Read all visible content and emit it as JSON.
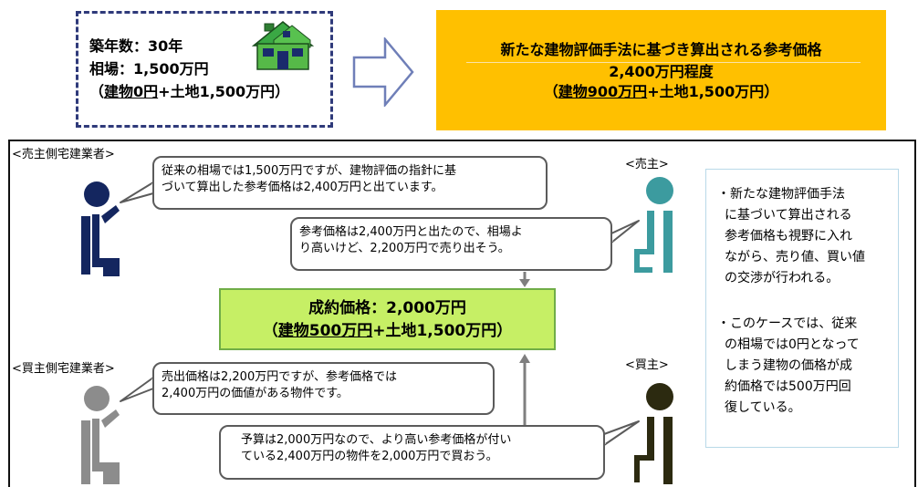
{
  "house_box": {
    "line1": "築年数：30年",
    "line2": "相場：1,500万円",
    "line3_open": "（",
    "line3_building": "建物0円",
    "line3_rest": "+土地1,500万円）"
  },
  "price_box": {
    "title": "新たな建物評価手法に基づき算出される参考価格",
    "amount": "2,400万円程度",
    "detail_open": "（",
    "detail_building": "建物900万円",
    "detail_rest": "+土地1,500万円）"
  },
  "roles": {
    "seller_agent": "<売主側宅建業者>",
    "seller": "<売主>",
    "buyer_agent": "<買主側宅建業者>",
    "buyer": "<買主>"
  },
  "bubbles": {
    "seller_agent": [
      "従来の相場では1,500万円ですが、建物評価の指針に基",
      "づいて算出した参考価格は2,400万円と出ています。"
    ],
    "seller": [
      "参考価格は2,400万円と出たので、相場よ",
      "り高いけど、2,200万円で売り出そう。"
    ],
    "buyer_agent": [
      "売出価格は2,200万円ですが、参考価格では",
      "2,400万円の価値がある物件です。"
    ],
    "buyer": [
      "予算は2,000万円なので、より高い参考価格が付い",
      "ている2,400万円の物件を2,000万円で買おう。"
    ]
  },
  "deal": {
    "title": "成約価格：2,000万円",
    "detail_open": "（",
    "detail_building": "建物500万円",
    "detail_rest": "+土地1,500万円）"
  },
  "notes": [
    [
      "・新たな建物評価手法",
      "に基づいて算出される",
      "参考価格も視野に入れ",
      "ながら、売り値、買い値",
      "の交渉が行われる。"
    ],
    [
      "・このケースでは、従来",
      "の相場では0円となって",
      "しまう建物の価格が成",
      "約価格では500万円回",
      "復している。"
    ]
  ],
  "colors": {
    "price_box": "#ffc000",
    "deal_box": "#c6ef65",
    "seller_agent_person": "#14265f",
    "seller_person": "#3c9b9f",
    "buyer_agent_person": "#8c8c8c",
    "buyer_person": "#2c2a10"
  }
}
